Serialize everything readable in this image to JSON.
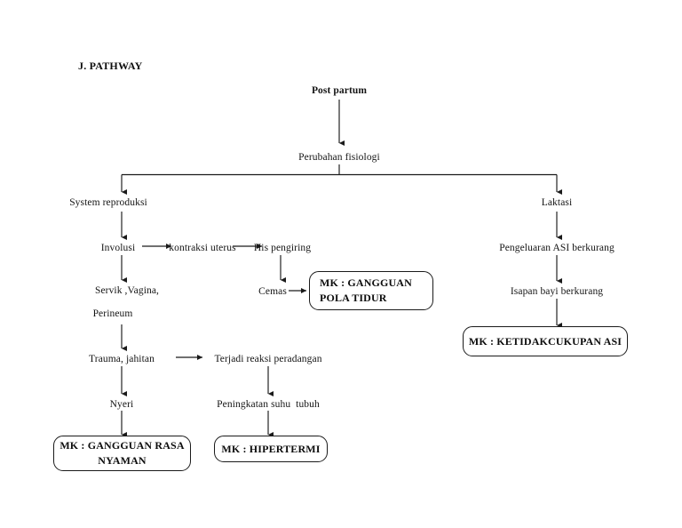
{
  "document": {
    "section_title": "J. PATHWAY",
    "background_color": "#ffffff",
    "ink_color": "#141414"
  },
  "nodes": {
    "post_partum": "Post partum",
    "perubahan_fisiologi": "Perubahan fisiologi",
    "system_reproduksi": "System reproduksi",
    "laktasi": "Laktasi",
    "involusi": "Involusi",
    "kontraksi_uterus": "kontraksi uterus",
    "his_pengiring": "His pengiring",
    "servik_vagina": "Servik ,Vagina,",
    "perineum": "Perineum",
    "cemas": "Cemas",
    "pengeluaran_asi": "Pengeluaran ASI berkurang",
    "isapan_bayi": "Isapan bayi berkurang",
    "trauma_jahitan": "Trauma, jahitan",
    "terjadi_reaksi": "Terjadi reaksi peradangan",
    "nyeri": "Nyeri",
    "peningkatan_suhu": "Peningkatan suhu  tubuh"
  },
  "diagnosis_boxes": {
    "gangguan_pola_tidur": {
      "line1": "MK : GANGGUAN",
      "line2": "POLA TIDUR"
    },
    "ketidakcukupan_asi": {
      "line1": "MK : KETIDAKCUKUPAN ASI"
    },
    "gangguan_rasa_nyaman": {
      "line1": "MK : GANGGUAN RASA",
      "line2": "NYAMAN"
    },
    "hipertermi": {
      "line1": "MK : HIPERTERMI"
    }
  }
}
